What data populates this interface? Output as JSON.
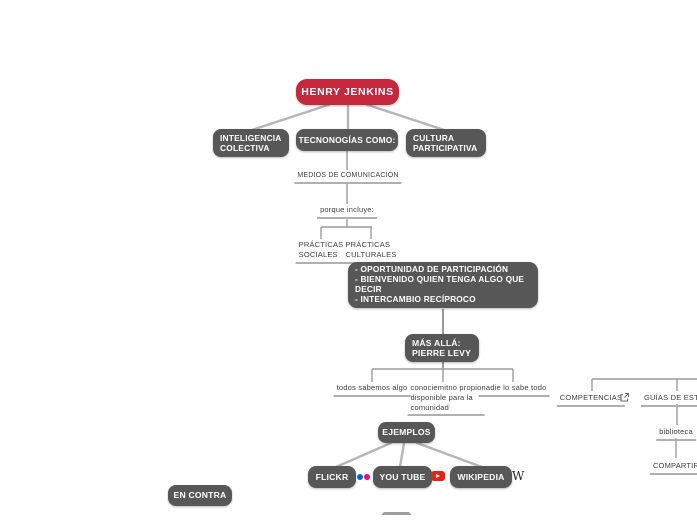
{
  "colors": {
    "root_node": "#c5273c",
    "topic_node": "#575757",
    "node_text": "#ffffff",
    "connector": "#b5b5b5",
    "label_underline": "#b0b0b0",
    "flickr_blue": "#0063dc",
    "flickr_pink": "#ff0084",
    "youtube_red": "#e62117"
  },
  "nodes": {
    "root": "HENRY JENKINS",
    "inteligencia_colectiva": "INTELIGENCIA\nCOLECTIVA",
    "tecnologias_como": "TECNONOGÍAS COMO:",
    "cultura_participativa": "CULTURA\nPARTICIPATIVA",
    "oportunidad": "- OPORTUNIDAD DE PARTICIPACIÓN\n- BIENVENIDO QUIEN TENGA ALGO QUE\nDECIR\n- INTERCAMBIO RECÍPROCO",
    "mas_alla": "MÁS ALLÁ:\nPIERRE LEVY",
    "ejemplos": "EJEMPLOS",
    "flickr": "FLICKR",
    "youtube": "YOU TUBE",
    "wikipedia": "WIKIPEDIA",
    "en_contra": "EN CONTRA"
  },
  "labels": {
    "medios": "MEDIOS DE COMUNICACIÓN",
    "porque": "porque incluye:",
    "practicas_sociales": "PRÁCTICAS\nSOCIALES",
    "practicas_culturales": "PRÁCTICAS\nCULTURALES",
    "todos": "todos sabemos algo",
    "conocimiento": "conociemitno propio\ndisponible para la\ncomunidad",
    "nadie": "nadie lo sabe todo",
    "competencias": "COMPETENCIAS",
    "guias": "GUÍAS DE ESTRATEG",
    "biblioteca": "biblioteca",
    "compartir": "COMPARTIR"
  },
  "icons": {
    "wikipedia_glyph": "W"
  }
}
